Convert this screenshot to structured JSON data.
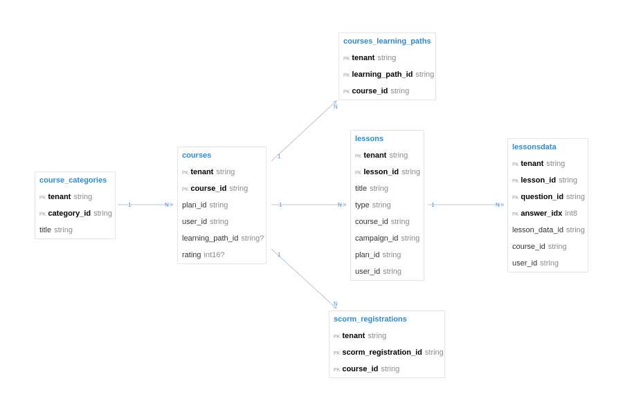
{
  "tables": {
    "course_categories": {
      "title": "course_categories",
      "columns": [
        {
          "pk": "PK",
          "name": "tenant",
          "type": "string"
        },
        {
          "pk": "PK",
          "name": "category_id",
          "type": "string"
        },
        {
          "pk": "",
          "name": "title",
          "type": "string"
        }
      ]
    },
    "courses": {
      "title": "courses",
      "columns": [
        {
          "pk": "PK",
          "name": "tenant",
          "type": "string"
        },
        {
          "pk": "PK",
          "name": "course_id",
          "type": "string"
        },
        {
          "pk": "",
          "name": "plan_id",
          "type": "string"
        },
        {
          "pk": "",
          "name": "user_id",
          "type": "string"
        },
        {
          "pk": "",
          "name": "learning_path_id",
          "type": "string?"
        },
        {
          "pk": "",
          "name": "rating",
          "type": "int16?"
        }
      ]
    },
    "courses_learning_paths": {
      "title": "courses_learning_paths",
      "columns": [
        {
          "pk": "PK",
          "name": "tenant",
          "type": "string"
        },
        {
          "pk": "PK",
          "name": "learning_path_id",
          "type": "string"
        },
        {
          "pk": "PK",
          "name": "course_id",
          "type": "string"
        }
      ]
    },
    "lessons": {
      "title": "lessons",
      "columns": [
        {
          "pk": "PK",
          "name": "tenant",
          "type": "string"
        },
        {
          "pk": "PK",
          "name": "lesson_id",
          "type": "string"
        },
        {
          "pk": "",
          "name": "title",
          "type": "string"
        },
        {
          "pk": "",
          "name": "type",
          "type": "string"
        },
        {
          "pk": "",
          "name": "course_id",
          "type": "string"
        },
        {
          "pk": "",
          "name": "campaign_id",
          "type": "string"
        },
        {
          "pk": "",
          "name": "plan_id",
          "type": "string"
        },
        {
          "pk": "",
          "name": "user_id",
          "type": "string"
        }
      ]
    },
    "lessonsdata": {
      "title": "lessonsdata",
      "columns": [
        {
          "pk": "PK",
          "name": "tenant",
          "type": "string"
        },
        {
          "pk": "PK",
          "name": "lesson_id",
          "type": "string"
        },
        {
          "pk": "PK",
          "name": "question_id",
          "type": "string"
        },
        {
          "pk": "PK",
          "name": "answer_idx",
          "type": "int8"
        },
        {
          "pk": "",
          "name": "lesson_data_id",
          "type": "string"
        },
        {
          "pk": "",
          "name": "course_id",
          "type": "string"
        },
        {
          "pk": "",
          "name": "user_id",
          "type": "string"
        }
      ]
    },
    "scorm_registrations": {
      "title": "scorm_registrations",
      "columns": [
        {
          "pk": "PK",
          "name": "tenant",
          "type": "string"
        },
        {
          "pk": "PK",
          "name": "scorm_registration_id",
          "type": "string"
        },
        {
          "pk": "PK",
          "name": "course_id",
          "type": "string"
        }
      ]
    }
  },
  "relations": [
    {
      "from": "course_categories",
      "to": "courses",
      "from_label": "1",
      "to_label": "N"
    },
    {
      "from": "courses",
      "to": "courses_learning_paths",
      "from_label": "1",
      "to_label": "N"
    },
    {
      "from": "courses",
      "to": "lessons",
      "from_label": "1",
      "to_label": "N"
    },
    {
      "from": "courses",
      "to": "scorm_registrations",
      "from_label": "1",
      "to_label": "N"
    },
    {
      "from": "lessons",
      "to": "lessonsdata",
      "from_label": "1",
      "to_label": "N"
    }
  ],
  "colors": {
    "title": "#2b8bd1",
    "edge": "#b8c4cf",
    "edge_label": "#4a90d9"
  }
}
